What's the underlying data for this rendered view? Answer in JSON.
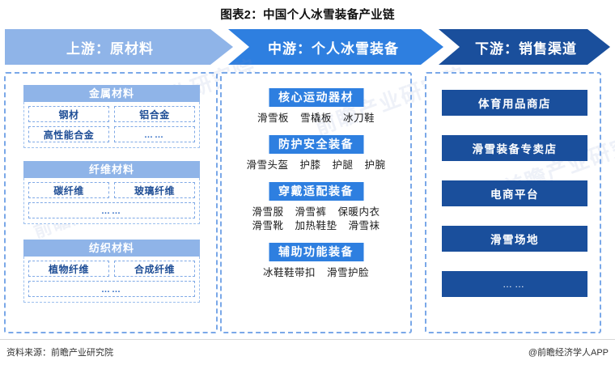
{
  "title": "图表2：中国个人冰雪装备产业链",
  "colors": {
    "upstream": "#8fb4e8",
    "midstream": "#2e7fe0",
    "downstream": "#1a4f9c",
    "dashed_border": "#7aa8e8",
    "text_dark": "#1f4e96"
  },
  "stages": [
    {
      "label": "上游：原材料"
    },
    {
      "label": "中游：个人冰雪装备"
    },
    {
      "label": "下游：销售渠道"
    }
  ],
  "upstream": {
    "groups": [
      {
        "header": "金属材料",
        "rows": [
          [
            "钢材",
            "铝合金"
          ],
          [
            "高性能合金",
            "……"
          ]
        ]
      },
      {
        "header": "纤维材料",
        "rows": [
          [
            "碳纤维",
            "玻璃纤维"
          ],
          [
            "……"
          ]
        ]
      },
      {
        "header": "纺织材料",
        "rows": [
          [
            "植物纤维",
            "合成纤维"
          ],
          [
            "……"
          ]
        ]
      }
    ]
  },
  "midstream": {
    "groups": [
      {
        "header": "核心运动器材",
        "lines": [
          [
            "滑雪板",
            "雪橇板",
            "冰刀鞋"
          ]
        ]
      },
      {
        "header": "防护安全装备",
        "lines": [
          [
            "滑雪头盔",
            "护膝",
            "护腿",
            "护腕"
          ]
        ]
      },
      {
        "header": "穿戴适配装备",
        "lines": [
          [
            "滑雪服",
            "滑雪裤",
            "保暖内衣"
          ],
          [
            "滑雪靴",
            "加热鞋垫",
            "滑雪袜"
          ]
        ]
      },
      {
        "header": "辅助功能装备",
        "lines": [
          [
            "冰鞋鞋带扣",
            "滑雪护脸"
          ]
        ]
      }
    ]
  },
  "downstream": {
    "channels": [
      "体育用品商店",
      "滑雪装备专卖店",
      "电商平台",
      "滑雪场地",
      "……"
    ]
  },
  "footer": {
    "source": "资料来源：前瞻产业研究院",
    "app": "@前瞻经济学人APP"
  },
  "watermarks": [
    "前瞻产业研究院",
    "前瞻产业研究院",
    "前瞻产业研究院"
  ]
}
